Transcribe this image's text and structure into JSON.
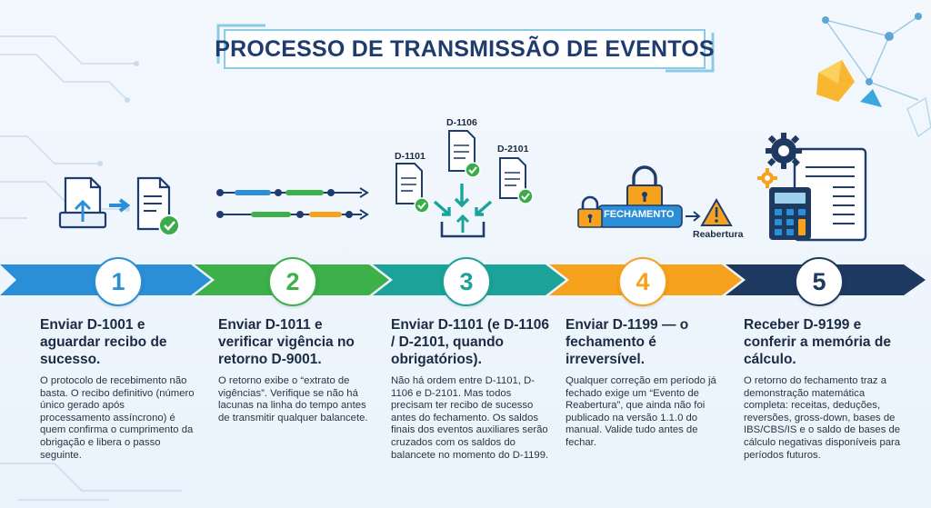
{
  "title": "PROCESSO DE TRANSMISSÃO DE EVENTOS",
  "colors": {
    "step1": "#2b8fd8",
    "step2": "#3db04a",
    "step3": "#1ba39a",
    "step4": "#f6a21d",
    "step5": "#1f3a60",
    "check": "#3aad4a",
    "title": "#1f3c6e"
  },
  "icons": {
    "step1": [
      "document-upload-icon",
      "arrow-right-icon",
      "document-check-icon"
    ],
    "step2": [
      "timeline-icon"
    ],
    "step3": [
      "document-check-icon",
      "merge-arrows-icon",
      "upload-tray-icon"
    ],
    "step4": [
      "padlock-icon",
      "warning-icon"
    ],
    "step5": [
      "gear-icon",
      "report-icon",
      "calculator-icon"
    ]
  },
  "labels": {
    "doc_d1106": "D-1106",
    "doc_d1101": "D-1101",
    "doc_d2101": "D-2101",
    "fechamento": "FECHAMENTO",
    "reabertura": "Reabertura"
  },
  "steps": [
    {
      "number": "1",
      "title": "Enviar D-1001 e aguardar recibo de sucesso.",
      "text": "O protocolo de recebimento não basta. O recibo definitivo (número único gerado após processamento assíncrono) é quem confirma o cumprimento da obrigação e libera o passo seguinte."
    },
    {
      "number": "2",
      "title": "Enviar D-1011 e verificar vigência no retorno D-9001.",
      "text": "O retorno exibe o “extrato de vigências”. Verifique se não há lacunas na linha do tempo antes de transmitir qualquer balancete."
    },
    {
      "number": "3",
      "title": "Enviar D-1101 (e D-1106 / D-2101, quando obrigatórios).",
      "text": "Não há ordem entre D-1101, D-1106 e D-2101. Mas todos precisam ter recibo de sucesso antes do fechamento. Os saldos finais dos eventos auxiliares serão cruzados com os saldos do balancete no momento do D-1199."
    },
    {
      "number": "4",
      "title": "Enviar D-1199 — o fechamento é irreversível.",
      "text": "Qualquer correção em período já fechado exige um “Evento de Reabertura”, que ainda não foi publicado na versão 1.1.0 do manual. Valide tudo antes de fechar."
    },
    {
      "number": "5",
      "title": "Receber D-9199 e conferir a memória de cálculo.",
      "text": "O retorno do fechamento traz a demonstração matemática completa: receitas, deduções, reversões, gross-down, bases de IBS/CBS/IS e o saldo de bases de cálculo negativas disponíveis para períodos futuros."
    }
  ]
}
